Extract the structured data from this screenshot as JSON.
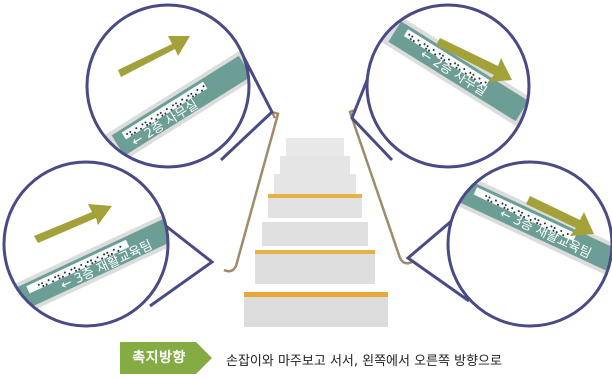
{
  "plates": {
    "top_left": {
      "label": "← 2층 사무실"
    },
    "top_right": {
      "label": "← 2층 사무실"
    },
    "bottom_left": {
      "label": "← 3층 재활교육팀"
    },
    "bottom_right": {
      "label": "← 3층 재활교육팀"
    }
  },
  "legend": {
    "badge": "촉지방향",
    "text": "손잡이와 마주보고 서서, 왼쪽에서 오른쪽 방향으로"
  },
  "colors": {
    "circle_stroke": "#4a4a86",
    "plate_teal": "#6c9e96",
    "arrow_olive": "#a3a23a",
    "badge_green": "#85ab43",
    "handrail": "#a08a6a",
    "stair_face": "#e6e6e6",
    "stair_edge": "#e0a030"
  }
}
